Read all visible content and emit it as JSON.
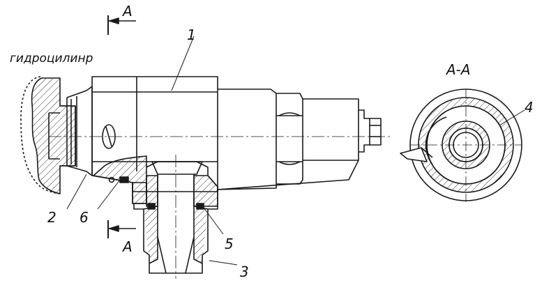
{
  "labels": {
    "cylinder": "гидроцилинр",
    "section_top": "A",
    "section_bottom": "A",
    "section_view": "A-A",
    "part_1": "1",
    "part_2": "2",
    "part_3": "3",
    "part_4": "4",
    "part_5": "5",
    "part_6": "6"
  },
  "colors": {
    "line": "#1a1a1a",
    "hatch": "#333333",
    "background": "#ffffff"
  }
}
